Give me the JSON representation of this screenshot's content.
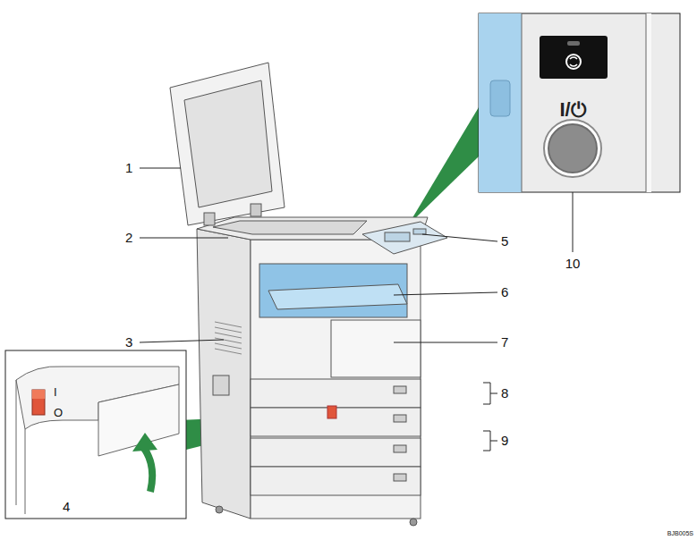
{
  "diagram": {
    "labels": [
      "1",
      "2",
      "3",
      "4",
      "5",
      "6",
      "7",
      "8",
      "9",
      "10",
      "I/⏻",
      "I",
      "O",
      "BJB005S"
    ]
  }
}
